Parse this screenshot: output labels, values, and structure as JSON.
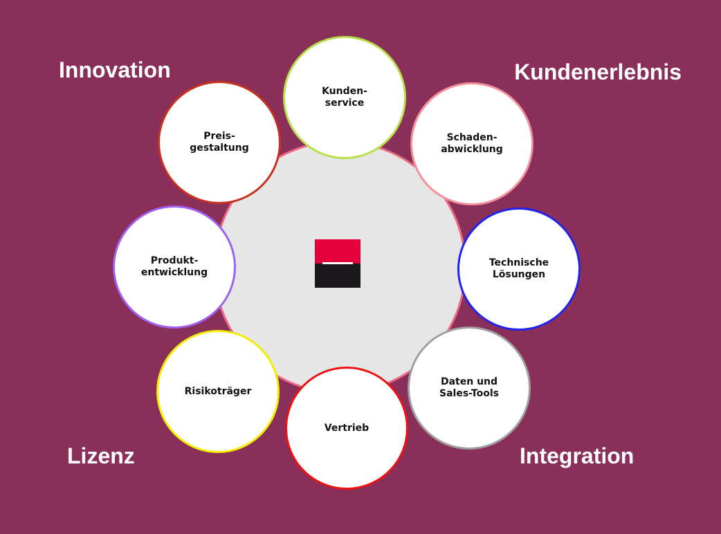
{
  "categories": {
    "innovation": "Innovation",
    "kundenerlebnis": "Kundenerlebnis",
    "lizenz": "Lizenz",
    "integration": "Integration"
  },
  "center": {
    "logo": "company-logo",
    "color_top": "#e4003a",
    "color_bottom": "#1a181b"
  },
  "nodes": [
    {
      "label": "Kunden-\nservice",
      "color": "#b5e04a"
    },
    {
      "label": "Schaden-\nabwicklung",
      "color": "#f4909a"
    },
    {
      "label": "Technische\nLösungen",
      "color": "#2222ee"
    },
    {
      "label": "Daten und\nSales-Tools",
      "color": "#a0a0a0"
    },
    {
      "label": "Vertrieb",
      "color": "#ee1111"
    },
    {
      "label": "Risikoträger",
      "color": "#f2ee00"
    },
    {
      "label": "Produkt-\nentwicklung",
      "color": "#a060f0"
    },
    {
      "label": "Preis-\ngestaltung",
      "color": "#c83020"
    }
  ]
}
